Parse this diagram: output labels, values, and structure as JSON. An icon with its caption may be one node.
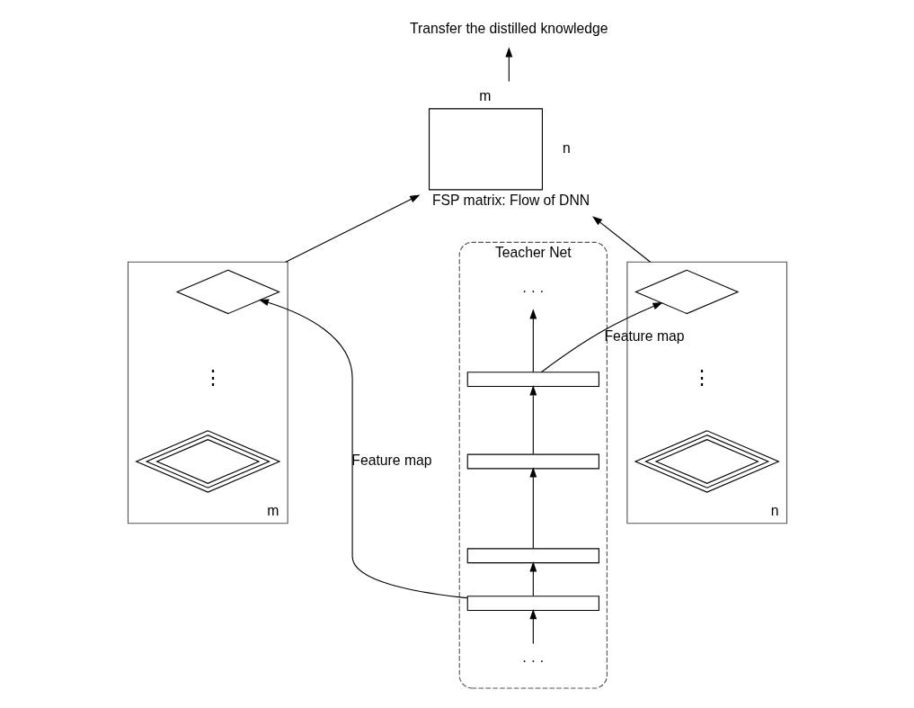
{
  "diagram": {
    "nodes": [
      {
        "text": [
          "Teacher Net"
        ]
      },
      {
        "text": [
          "· · ·"
        ],
        "in": 0
      },
      {
        "text": [],
        "shape": "box",
        "in": 0
      },
      {
        "text": [],
        "shape": "box",
        "in": 0
      },
      {
        "text": [],
        "shape": "box",
        "in": 0
      },
      {
        "text": [],
        "shape": "box",
        "in": 0
      },
      {
        "text": [
          "· · ·"
        ],
        "in": 0
      },
      {
        "text": [
          "n"
        ]
      },
      {
        "text": [],
        "shape": "diamond",
        "in": 7
      },
      {
        "text": [],
        "shape": "diamond",
        "in": 7
      },
      {
        "text": [
          "m"
        ]
      },
      {
        "text": [],
        "shape": "diamond",
        "in": 10
      },
      {
        "text": [],
        "shape": "diamond",
        "in": 10
      },
      {
        "text": [],
        "shape": "box",
        "beside": [
          "m",
          "n",
          "FSP matrix: Flow of DNN"
        ]
      },
      {
        "text": [
          "Transfer the distilled knowledge"
        ]
      }
    ],
    "edges": [
      {
        "from": 6,
        "to": 5,
        "arrow": "to"
      },
      {
        "from": 5,
        "to": 4,
        "arrow": "to"
      },
      {
        "from": 4,
        "to": 3,
        "arrow": "to"
      },
      {
        "from": 3,
        "to": 2,
        "arrow": "to"
      },
      {
        "from": 2,
        "to": 1,
        "arrow": "to"
      },
      {
        "from": 2,
        "to": 8,
        "arrow": "to",
        "label": "Feature map"
      },
      {
        "from": 5,
        "to": 11,
        "arrow": "to",
        "label": "Feature map"
      },
      {
        "from": 7,
        "to": 13,
        "arrow": "to"
      },
      {
        "from": 10,
        "to": 13,
        "arrow": "to"
      },
      {
        "from": 13,
        "to": 14,
        "arrow": "to"
      }
    ],
    "labels": [
      "⋮",
      "⋮"
    ]
  }
}
